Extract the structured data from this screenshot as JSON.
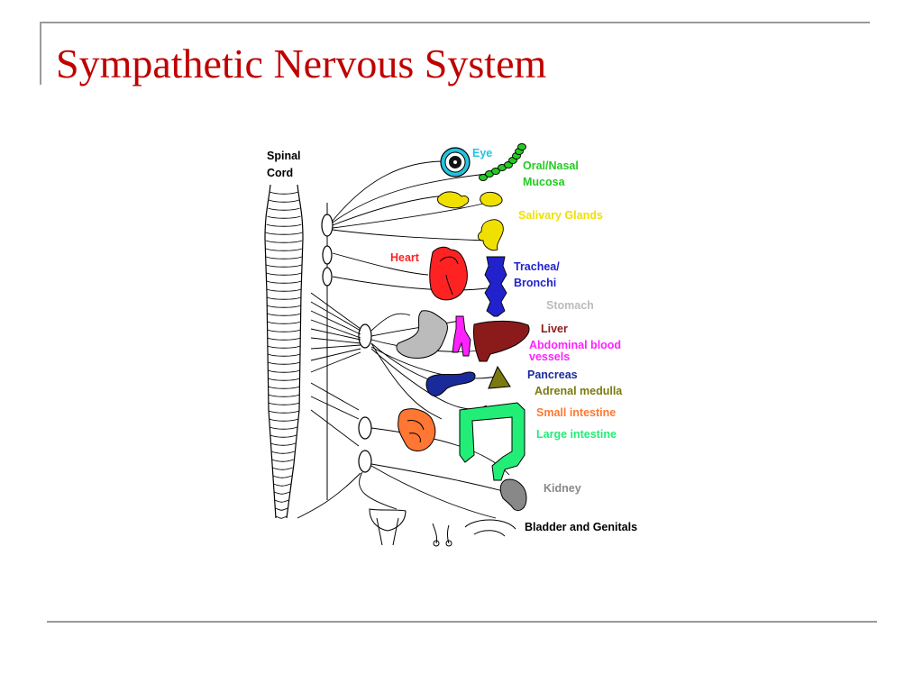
{
  "slide": {
    "title": "Sympathetic Nervous System"
  },
  "diagram": {
    "spinal_cord_label_line1": "Spinal",
    "spinal_cord_label_line2": "Cord",
    "labels": {
      "eye": "Eye",
      "oral_nasal_line1": "Oral/Nasal",
      "oral_nasal_line2": "Mucosa",
      "salivary": "Salivary Glands",
      "heart": "Heart",
      "trachea_line1": "Trachea/",
      "trachea_line2": "Bronchi",
      "stomach": "Stomach",
      "liver": "Liver",
      "abdominal_line1": "Abdominal blood",
      "abdominal_line2": "vessels",
      "pancreas": "Pancreas",
      "adrenal": "Adrenal medulla",
      "small_intestine": "Small intestine",
      "large_intestine": "Large intestine",
      "kidney": "Kidney",
      "bladder": "Bladder and Genitals"
    },
    "colors": {
      "eye": "#22c4e0",
      "oral_nasal": "#22cc22",
      "salivary": "#f0e000",
      "heart": "#ff2222",
      "trachea": "#2222cc",
      "stomach": "#bbbbbb",
      "liver": "#8b1a1a",
      "abdominal": "#ff22ff",
      "pancreas": "#1a2a99",
      "adrenal": "#7a7a10",
      "small_intestine": "#ff7733",
      "large_intestine": "#22ee77",
      "kidney": "#888888",
      "bladder": "#000000"
    }
  }
}
